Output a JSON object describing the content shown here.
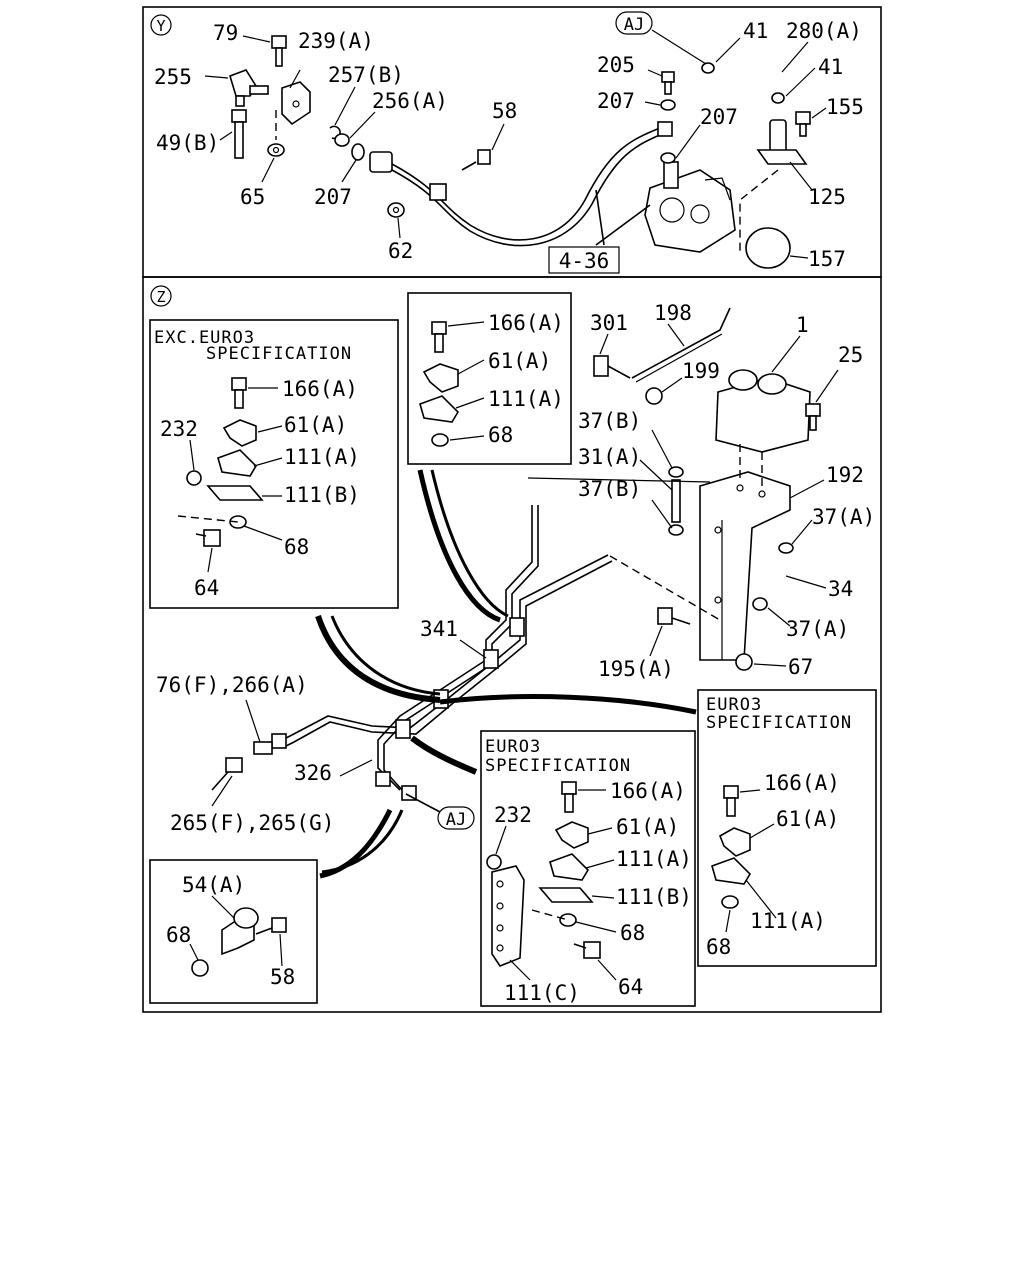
{
  "panels": {
    "y": {
      "marker": "Y"
    },
    "z": {
      "marker": "Z"
    }
  },
  "ref_tags": {
    "aj_top": "AJ",
    "aj_bottom": "AJ",
    "page_ref": "4-36"
  },
  "spec_boxes": {
    "exc_euro3": {
      "line1": "EXC.EURO3",
      "line2": "SPECIFICATION"
    },
    "euro3_center": {
      "line1": "EURO3",
      "line2": "SPECIFICATION"
    },
    "euro3_right": {
      "line1": "EURO3",
      "line2": "SPECIFICATION"
    }
  },
  "labels_y": {
    "p79": "79",
    "p239a": "239(A)",
    "p255": "255",
    "p257b": "257(B)",
    "p256a": "256(A)",
    "p49b": "49(B)",
    "p65": "65",
    "p207_left": "207",
    "p62": "62",
    "p58": "58",
    "p41_top": "41",
    "p280a": "280(A)",
    "p205": "205",
    "p207_mid": "207",
    "p41_mid": "41",
    "p155": "155",
    "p207_right": "207",
    "p125": "125",
    "p157": "157"
  },
  "labels_z": {
    "ex_166a": "166(A)",
    "ex_232": "232",
    "ex_61a": "61(A)",
    "ex_111a": "111(A)",
    "ex_111b": "111(B)",
    "ex_68": "68",
    "ex_64": "64",
    "inset_166a": "166(A)",
    "inset_61a": "61(A)",
    "inset_111a": "111(A)",
    "inset_68": "68",
    "p301": "301",
    "p198": "198",
    "p1": "1",
    "p199": "199",
    "p25": "25",
    "p37b_top": "37(B)",
    "p31a": "31(A)",
    "p37b_bottom": "37(B)",
    "p192": "192",
    "p37a_top": "37(A)",
    "p34": "34",
    "p37a_bottom": "37(A)",
    "p67": "67",
    "p195a": "195(A)",
    "p341": "341",
    "p326": "326",
    "p76f_266a": "76(F),266(A)",
    "p265f_265g": "265(F),265(G)",
    "ec_232": "232",
    "ec_166a": "166(A)",
    "ec_61a": "61(A)",
    "ec_111a": "111(A)",
    "ec_111b": "111(B)",
    "ec_68": "68",
    "ec_64": "64",
    "ec_111c": "111(C)",
    "er_166a": "166(A)",
    "er_61a": "61(A)",
    "er_111a": "111(A)",
    "er_68": "68",
    "bl_54a": "54(A)",
    "bl_68": "68",
    "bl_58": "58"
  }
}
